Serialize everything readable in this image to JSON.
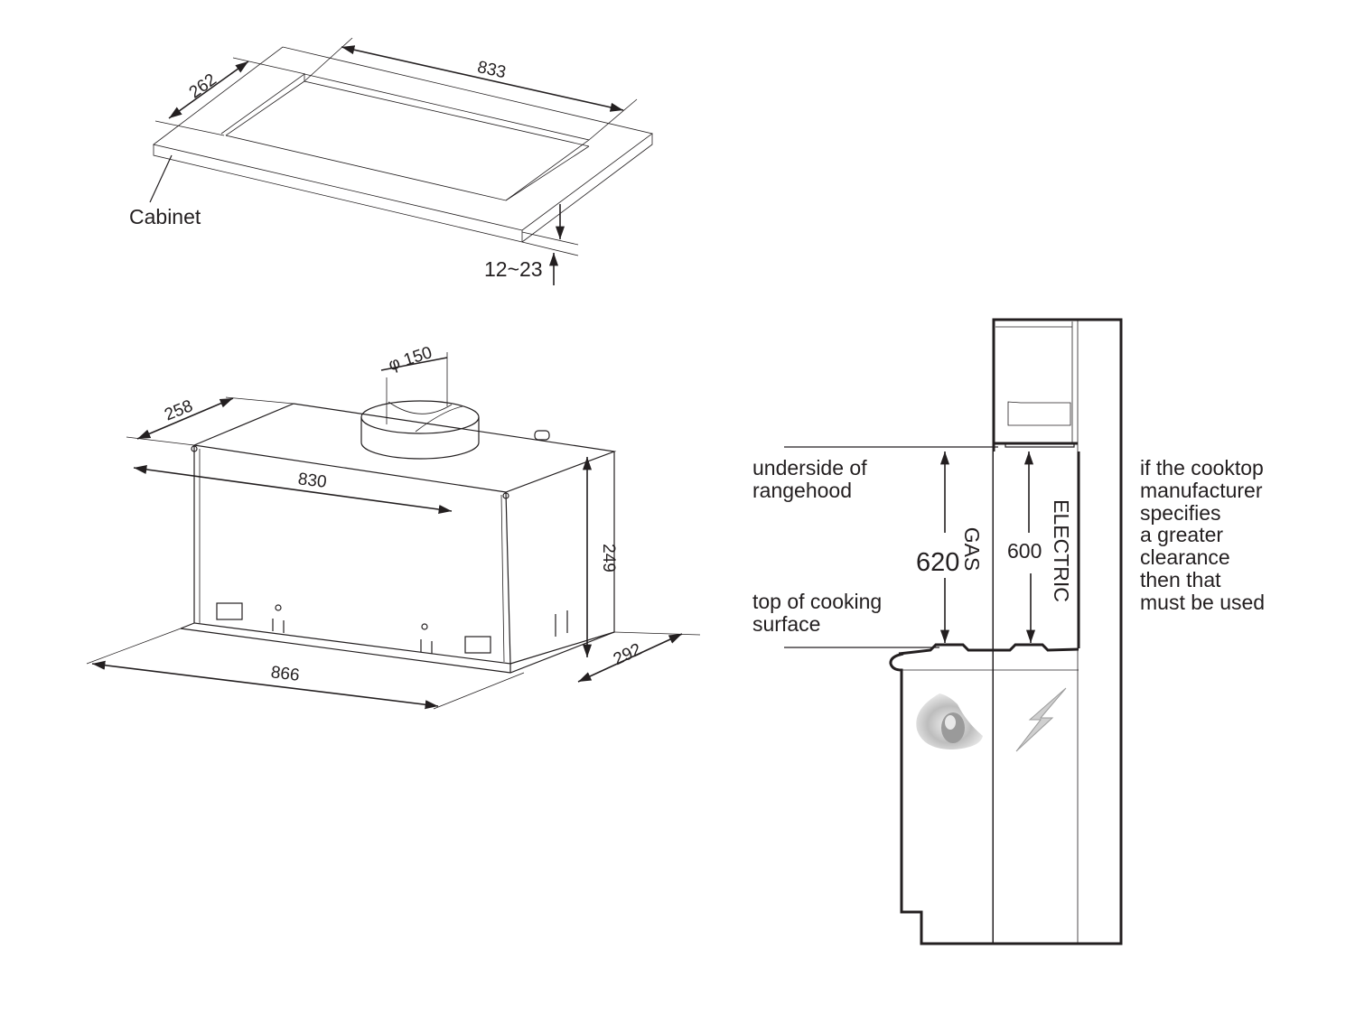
{
  "cabinet": {
    "label": "Cabinet",
    "depth": "262",
    "width": "833",
    "thickness": "12~23"
  },
  "rangehood": {
    "duct_diameter": "φ 150",
    "top_depth": "258",
    "body_width": "830",
    "height": "249",
    "flange_width": "866",
    "flange_depth": "292"
  },
  "clearance": {
    "underside_label": [
      "underside of",
      "rangehood"
    ],
    "cooking_surface_label": [
      "top of cooking",
      "surface"
    ],
    "gas_value": "620",
    "gas_label": "GAS",
    "electric_value": "600",
    "electric_label": "ELECTRIC",
    "note": [
      "if the cooktop",
      "manufacturer",
      "specifies",
      "a greater",
      "clearance",
      "then that",
      "must be used"
    ],
    "icons": [
      "gas-flame-icon",
      "electric-bolt-icon"
    ]
  }
}
